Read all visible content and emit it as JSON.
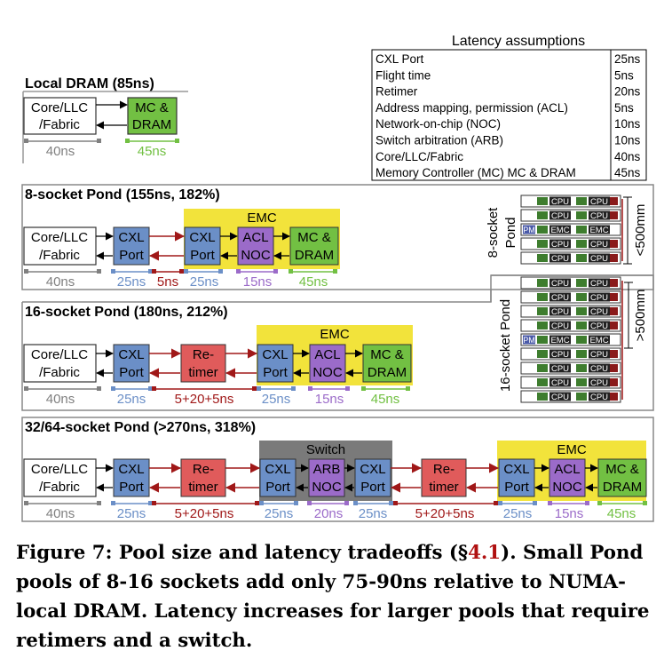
{
  "latency_table": {
    "title": "Latency assumptions",
    "rows": [
      {
        "label": "CXL Port",
        "value": "25ns"
      },
      {
        "label": "Flight time",
        "value": "5ns"
      },
      {
        "label": "Retimer",
        "value": "20ns"
      },
      {
        "label": "Address mapping, permission (ACL)",
        "value": "5ns"
      },
      {
        "label": "Network-on-chip (NOC)",
        "value": "10ns"
      },
      {
        "label": "Switch arbitration (ARB)",
        "value": "10ns"
      },
      {
        "label": "Core/LLC/Fabric",
        "value": "40ns"
      },
      {
        "label": "Memory Controller (MC) MC & DRAM",
        "value": "45ns"
      }
    ]
  },
  "local": {
    "title": "Local DRAM (85ns)",
    "core": [
      "Core/LLC",
      "/Fabric"
    ],
    "mc": [
      "MC &",
      "DRAM"
    ],
    "lat_core": "40ns",
    "lat_mc": "45ns"
  },
  "pond8": {
    "title": "8-socket Pond (155ns, 182%)",
    "emc": "EMC",
    "core": [
      "Core/LLC",
      "/Fabric"
    ],
    "cxl1": [
      "CXL",
      "Port"
    ],
    "cxl2": [
      "CXL",
      "Port"
    ],
    "acl": [
      "ACL",
      "NOC"
    ],
    "mc": [
      "MC &",
      "DRAM"
    ],
    "lat": [
      "40ns",
      "25ns",
      "5ns",
      "25ns",
      "15ns",
      "45ns"
    ],
    "side_label": [
      "8-socket",
      "Pond"
    ],
    "size": "<500mm"
  },
  "pond16": {
    "title": "16-socket Pond (180ns, 212%)",
    "emc": "EMC",
    "core": [
      "Core/LLC",
      "/Fabric"
    ],
    "cxl1": [
      "CXL",
      "Port"
    ],
    "retimer": [
      "Re-",
      "timer"
    ],
    "cxl2": [
      "CXL",
      "Port"
    ],
    "acl": [
      "ACL",
      "NOC"
    ],
    "mc": [
      "MC &",
      "DRAM"
    ],
    "lat": [
      "40ns",
      "25ns",
      "5+20+5ns",
      "25ns",
      "15ns",
      "45ns"
    ],
    "side_label": "16-socket Pond",
    "size": ">500mm"
  },
  "pond32": {
    "title": "32/64-socket Pond (>270ns, 318%)",
    "switch": "Switch",
    "emc": "EMC",
    "core": [
      "Core/LLC",
      "/Fabric"
    ],
    "cxl1": [
      "CXL",
      "Port"
    ],
    "retimer1": [
      "Re-",
      "timer"
    ],
    "cxl2": [
      "CXL",
      "Port"
    ],
    "arb": [
      "ARB",
      "NOC"
    ],
    "cxl3": [
      "CXL",
      "Port"
    ],
    "retimer2": [
      "Re-",
      "timer"
    ],
    "cxl4": [
      "CXL",
      "Port"
    ],
    "acl": [
      "ACL",
      "NOC"
    ],
    "mc": [
      "MC &",
      "DRAM"
    ],
    "lat": [
      "40ns",
      "25ns",
      "5+20+5ns",
      "25ns",
      "20ns",
      "25ns",
      "5+20+5ns",
      "25ns",
      "15ns",
      "45ns"
    ]
  },
  "rack_labels": {
    "cpu": "CPU",
    "emc": "EMC",
    "pm": "PM"
  },
  "caption": {
    "lead": "Figure 7:  Pool size and latency tradeoffs (§",
    "ref": "4.1",
    "rest": ").  Small Pond pools of 8-16 sockets add only 75-90ns relative to NUMA-local DRAM. Latency increases for larger pools that require retimers and a switch."
  },
  "colors": {
    "cxl": "#6b8fc7",
    "acl": "#9b6bc9",
    "mc": "#72c043",
    "retimer": "#e05b5b",
    "emc_bg": "#f2e33b",
    "switch_bg": "#7a7a7a",
    "arrow_red": "#a01818",
    "lat_gray": "#808080",
    "lat_blue": "#6b8fc7",
    "lat_red": "#a01818",
    "lat_purple": "#9b6bc9",
    "lat_green": "#72c043"
  }
}
